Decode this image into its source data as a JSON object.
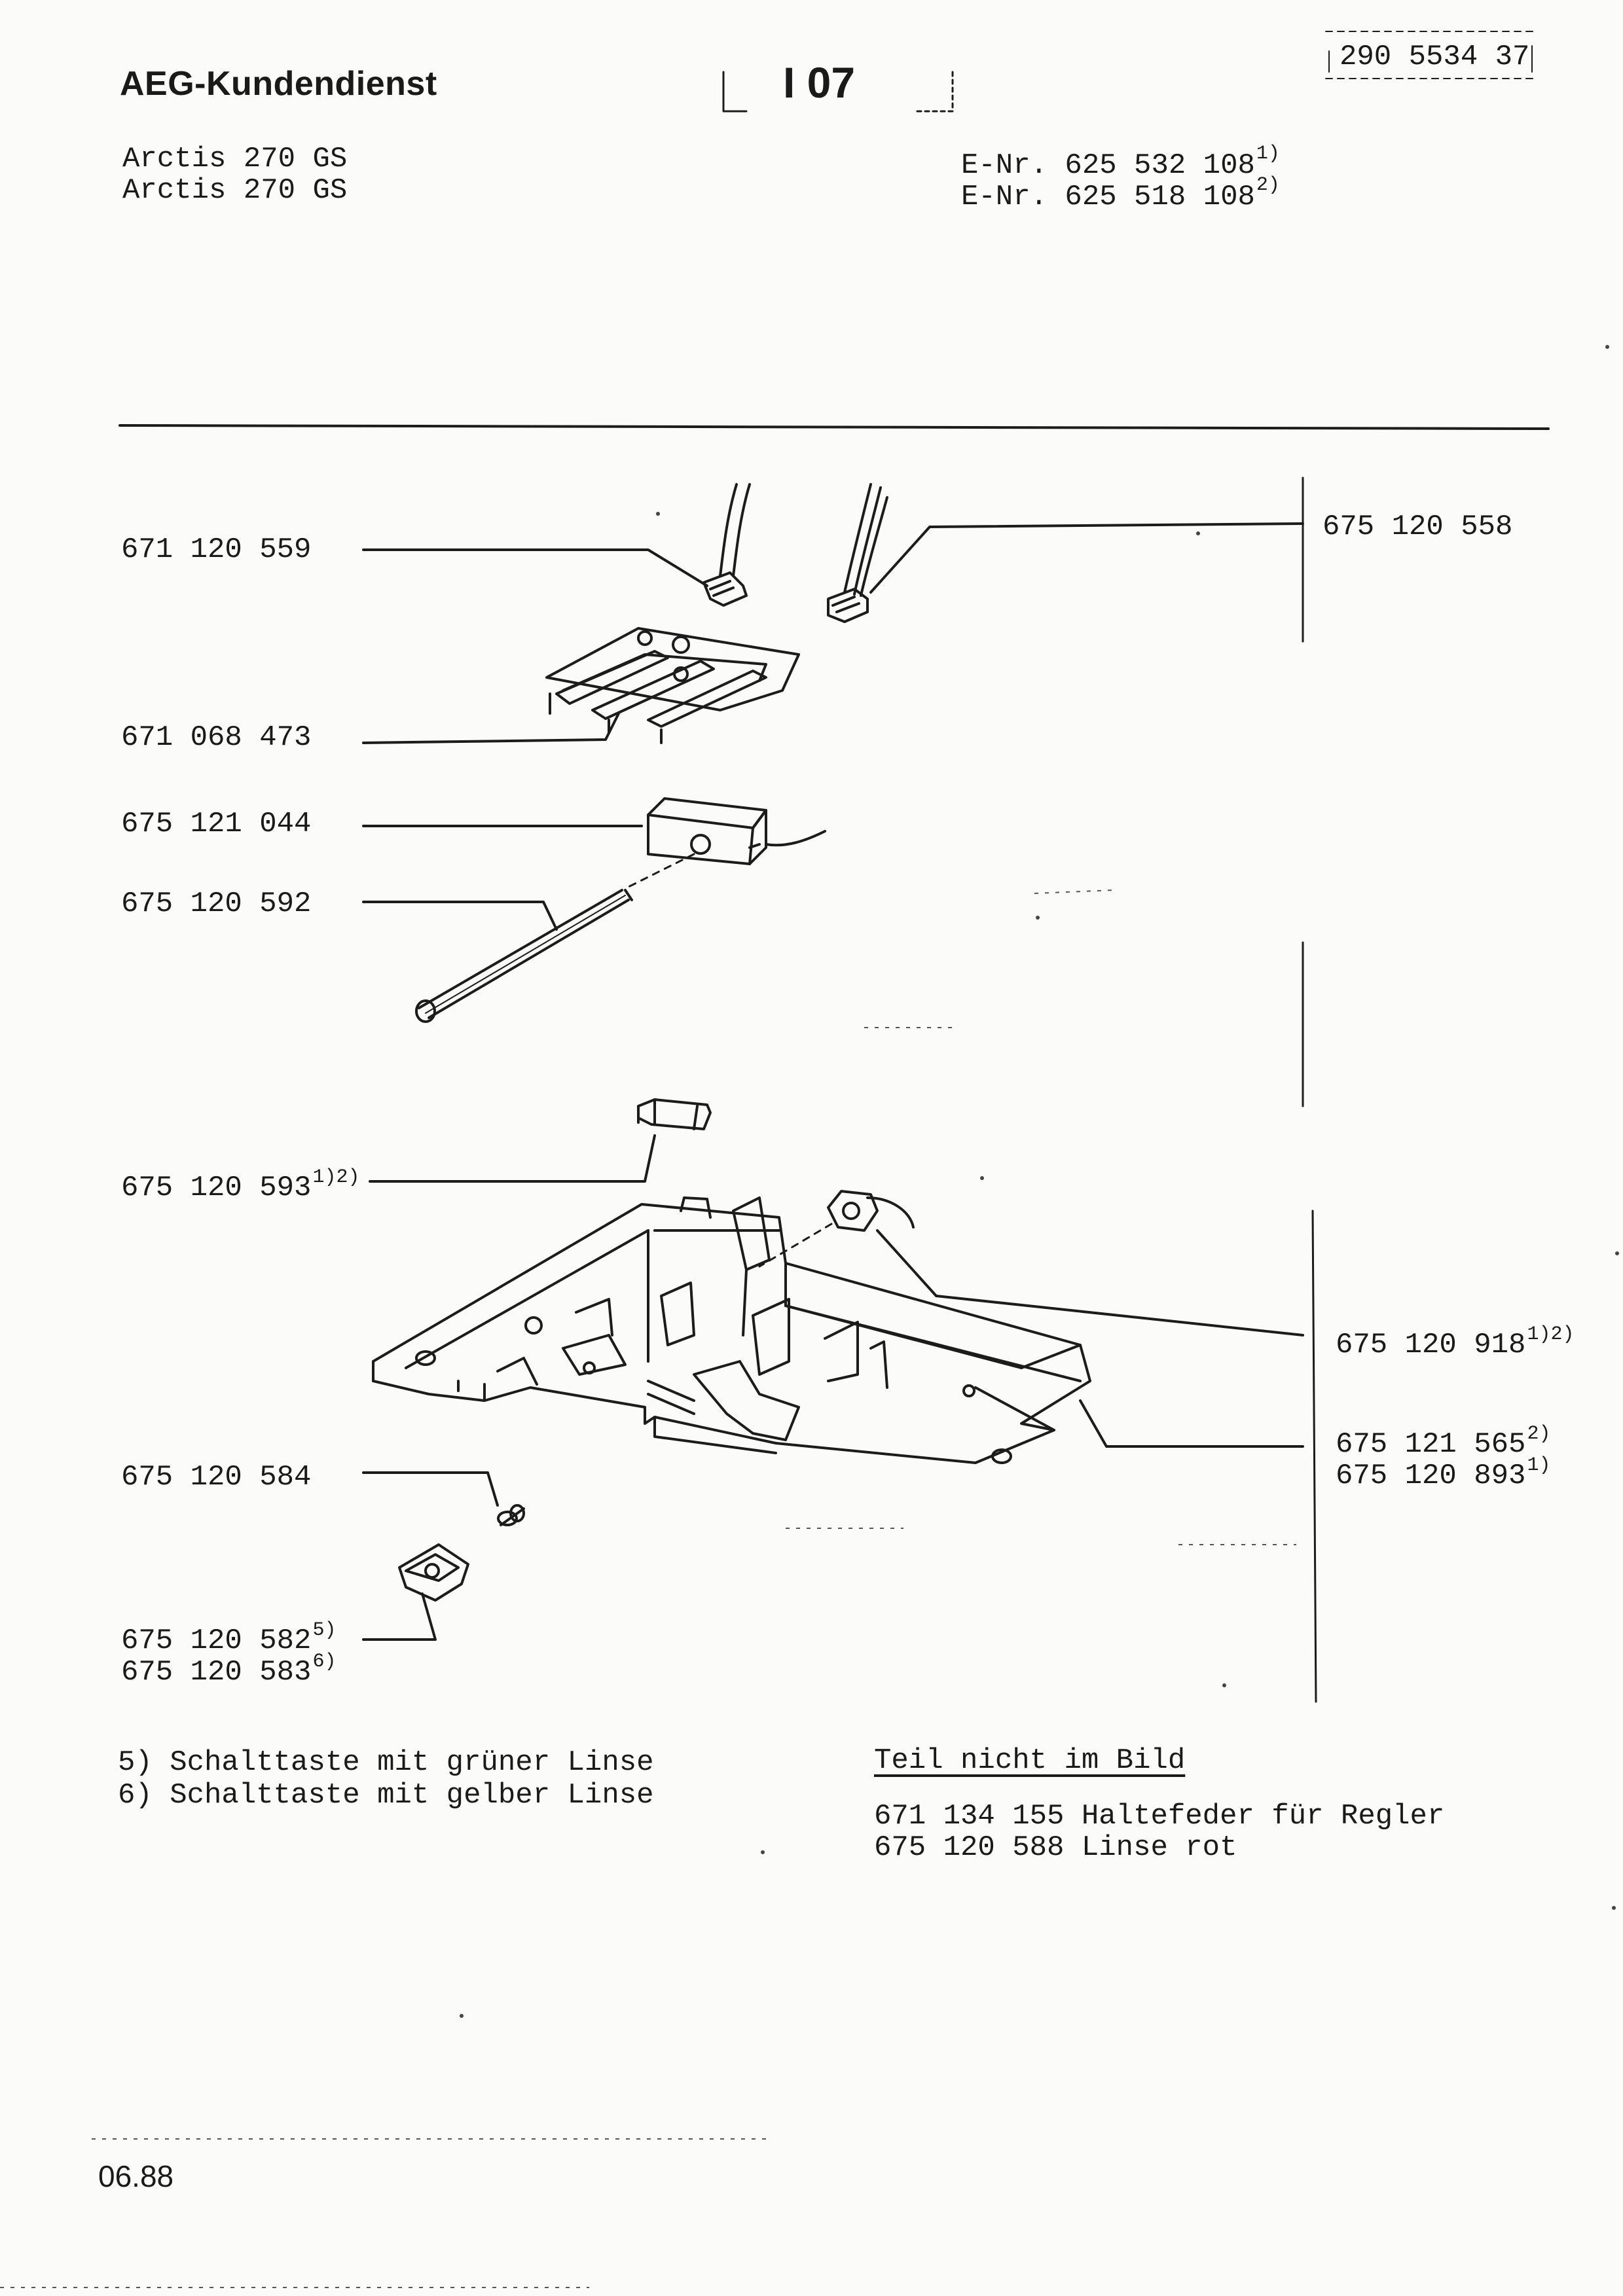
{
  "header": {
    "company": "AEG-Kundendienst",
    "section_code": "I 07",
    "document_number": "290 5534 37"
  },
  "models": [
    "Arctis 270 GS",
    "Arctis 270 GS"
  ],
  "e_numbers": [
    {
      "label": "E-Nr. 625 532 108",
      "ref": "1)"
    },
    {
      "label": "E-Nr. 625 518 108",
      "ref": "2)"
    }
  ],
  "parts_left": [
    {
      "number": "671 120 559",
      "ref": ""
    },
    {
      "number": "671 068 473",
      "ref": ""
    },
    {
      "number": "675 121 044",
      "ref": ""
    },
    {
      "number": "675 120 592",
      "ref": ""
    },
    {
      "number": "675 120 593",
      "ref": "1)2)"
    },
    {
      "number": "675 120 584",
      "ref": ""
    },
    {
      "number": "675 120 582",
      "ref": "5)"
    },
    {
      "number": "675 120 583",
      "ref": "6)"
    }
  ],
  "parts_right": [
    {
      "number": "675 120 558",
      "ref": ""
    },
    {
      "number": "675 120 918",
      "ref": "1)2)"
    },
    {
      "number": "675 121 565",
      "ref": "2)"
    },
    {
      "number": "675 120 893",
      "ref": "1)"
    }
  ],
  "footnotes": [
    "5) Schalttaste mit grüner Linse",
    "6) Schalttaste mit gelber Linse"
  ],
  "not_in_picture": {
    "title": "Teil nicht im Bild",
    "items": [
      "671 134 155 Haltefeder für Regler",
      "675 120 588 Linse rot"
    ]
  },
  "footer": {
    "date": "06.88"
  }
}
